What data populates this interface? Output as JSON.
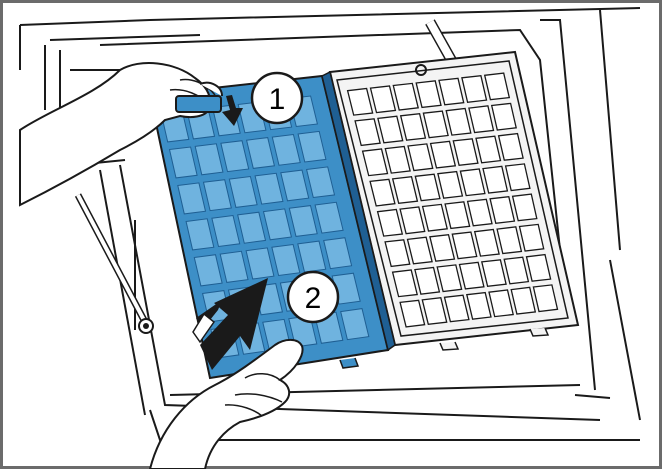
{
  "figure": {
    "kind": "instructional line illustration",
    "steps": [
      {
        "number": "1",
        "action": "press-tab-down"
      },
      {
        "number": "2",
        "action": "slide-filter-out"
      }
    ],
    "colors": {
      "filter_blue": "#3d8fc7",
      "filter_blue_dark": "#1f5f93",
      "filter_cell": "#6fb3df",
      "outline": "#1a1a1a",
      "frame_border": "#6b6b6b",
      "white_panel": "#f4f4f4"
    },
    "icons": [
      "hand-icon",
      "down-arrow-icon",
      "slide-arrow-icon",
      "hand-catching-icon"
    ]
  }
}
